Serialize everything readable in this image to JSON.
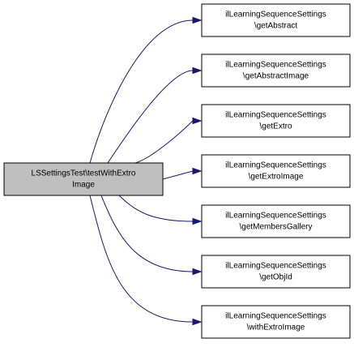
{
  "diagram": {
    "root": {
      "line1": "LSSettingsTest\\testWithExtro",
      "line2": "Image",
      "fill": "#bfbfbf",
      "stroke": "#000000"
    },
    "callees": [
      {
        "line1": "ilLearningSequenceSettings",
        "line2": "\\getAbstract"
      },
      {
        "line1": "ilLearningSequenceSettings",
        "line2": "\\getAbstractImage"
      },
      {
        "line1": "ilLearningSequenceSettings",
        "line2": "\\getExtro"
      },
      {
        "line1": "ilLearningSequenceSettings",
        "line2": "\\getExtroImage"
      },
      {
        "line1": "ilLearningSequenceSettings",
        "line2": "\\getMembersGallery"
      },
      {
        "line1": "ilLearningSequenceSettings",
        "line2": "\\getObjId"
      },
      {
        "line1": "ilLearningSequenceSettings",
        "line2": "\\withExtroImage"
      }
    ],
    "colors": {
      "node_fill": "#ffffff",
      "node_stroke": "#000000",
      "edge": "#191970"
    }
  }
}
